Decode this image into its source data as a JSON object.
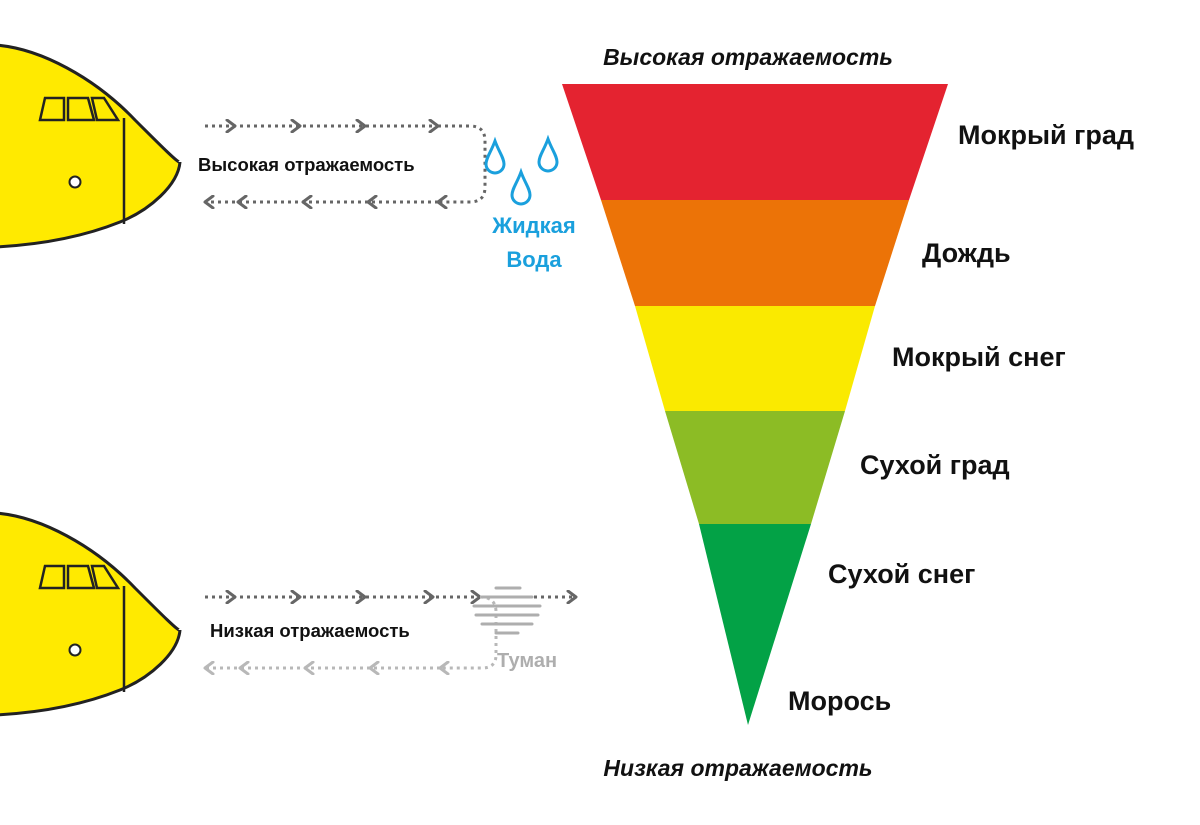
{
  "pyramid": {
    "top_label": "Высокая отражаемость",
    "bottom_label": "Низкая отражаемость",
    "bands": [
      {
        "label": "Мокрый град",
        "color": "#E42330"
      },
      {
        "label": "Дождь",
        "color": "#EC7307"
      },
      {
        "label": "Мокрый снег",
        "color": "#FAEA00"
      },
      {
        "label": "Сухой град",
        "color": "#8CBC25"
      },
      {
        "label": "Сухой снег",
        "color": "#03A246"
      },
      {
        "label": "Морось",
        "color": "#03A246"
      }
    ]
  },
  "scenario_high": {
    "label": "Высокая отражаемость",
    "target_line1": "Жидкая",
    "target_line2": "Вода",
    "target_color": "#1AA0DD",
    "icon": "water-drop-icon"
  },
  "scenario_low": {
    "label": "Низкая отражаемость",
    "target": "Туман",
    "target_color": "#AEAEAE",
    "icon": "fog-icon"
  },
  "colors": {
    "aircraft": "#FFEA00",
    "outline": "#222222",
    "signal_strong": "#666666",
    "signal_weak": "#B8B8B8"
  }
}
